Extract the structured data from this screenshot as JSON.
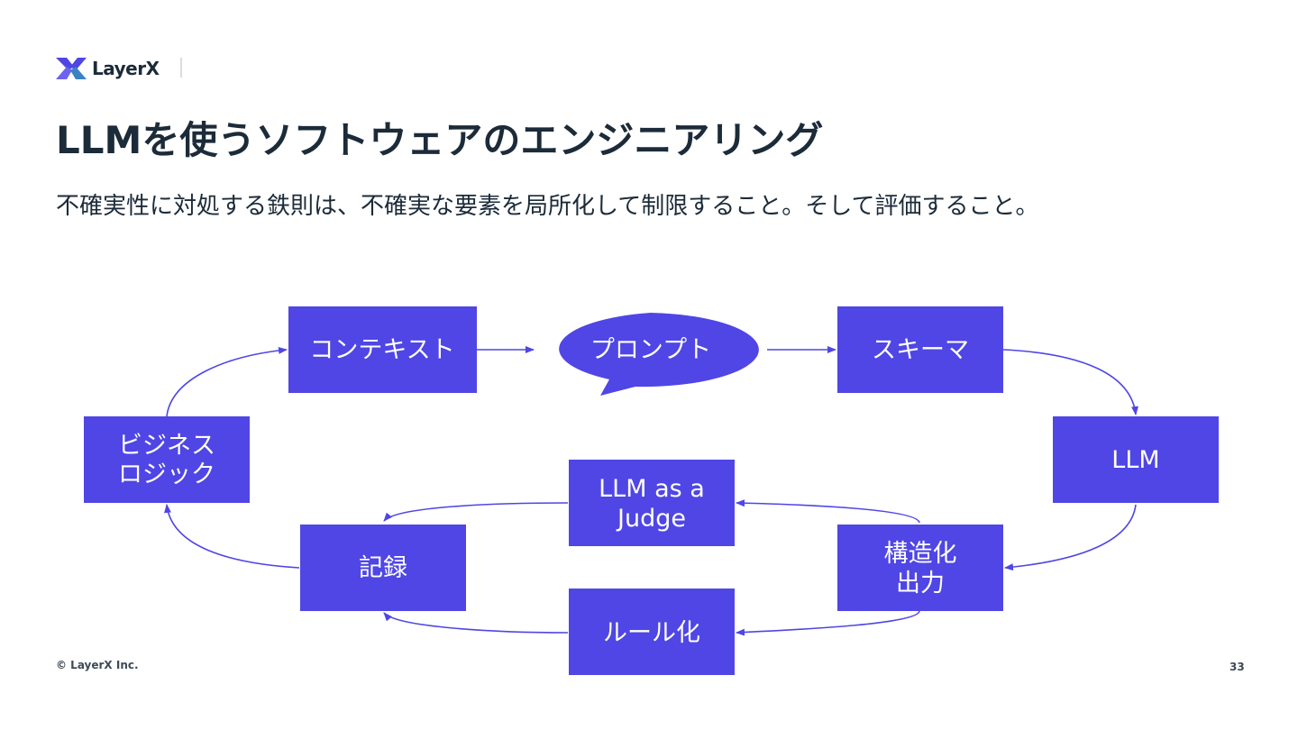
{
  "brand": {
    "name": "LayerX",
    "accent": "#4f46e5",
    "text_color": "#1c2b39",
    "icon": "layerx-logo-icon"
  },
  "slide": {
    "title": "LLMを使うソフトウェアのエンジニアリング",
    "subtitle": "不確実性に対処する鉄則は、不確実な要素を局所化して制限すること。そして評価すること。",
    "copyright": "© LayerX Inc.",
    "page_number": "33"
  },
  "diagram": {
    "nodes": {
      "context": "コンテキスト",
      "prompt": "プロンプト",
      "schema": "スキーマ",
      "business_logic": [
        "ビジネス",
        "ロジック"
      ],
      "llm": "LLM",
      "llm_judge": [
        "LLM as a",
        "Judge"
      ],
      "record": "記録",
      "structured_output": [
        "構造化",
        "出力"
      ],
      "rule": "ルール化"
    }
  }
}
